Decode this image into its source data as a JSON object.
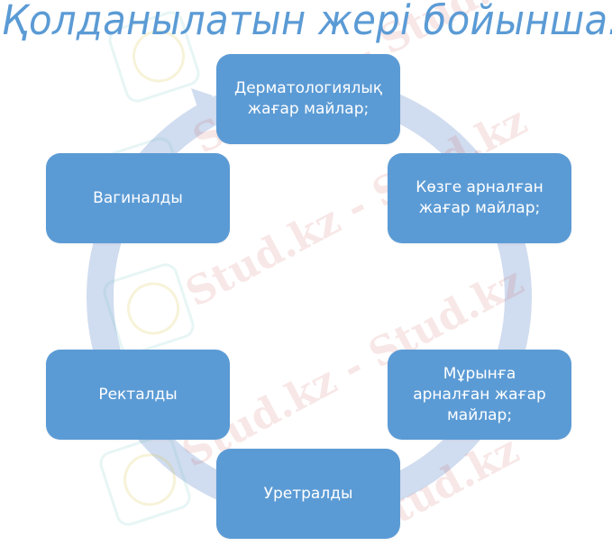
{
  "title": "Қолданылатын жері бойынша:",
  "diagram": {
    "type": "cycle",
    "colors": {
      "node_fill": "#5b9bd5",
      "node_text": "#ffffff",
      "ring": "#d0dcef",
      "title": "#5b9bd5"
    },
    "nodes": [
      {
        "id": "top",
        "label": "Дерматологиялық\nжағар майлар;"
      },
      {
        "id": "right-upper",
        "label": "Көзге арналған\nжағар майлар;"
      },
      {
        "id": "right-lower",
        "label": "Мұрынға\nарналған жағар\nмайлар;"
      },
      {
        "id": "bottom",
        "label": "Уретралды"
      },
      {
        "id": "left-lower",
        "label": "Ректалды"
      },
      {
        "id": "left-upper",
        "label": "Вагиналды"
      }
    ]
  },
  "watermark": {
    "text_1": "Stud.kz - Stud.kz",
    "text_2": "Stud.kz - Stud.kz",
    "text_3": "Stud.kz - Stud.kz",
    "text_4": "Stud.kz"
  }
}
